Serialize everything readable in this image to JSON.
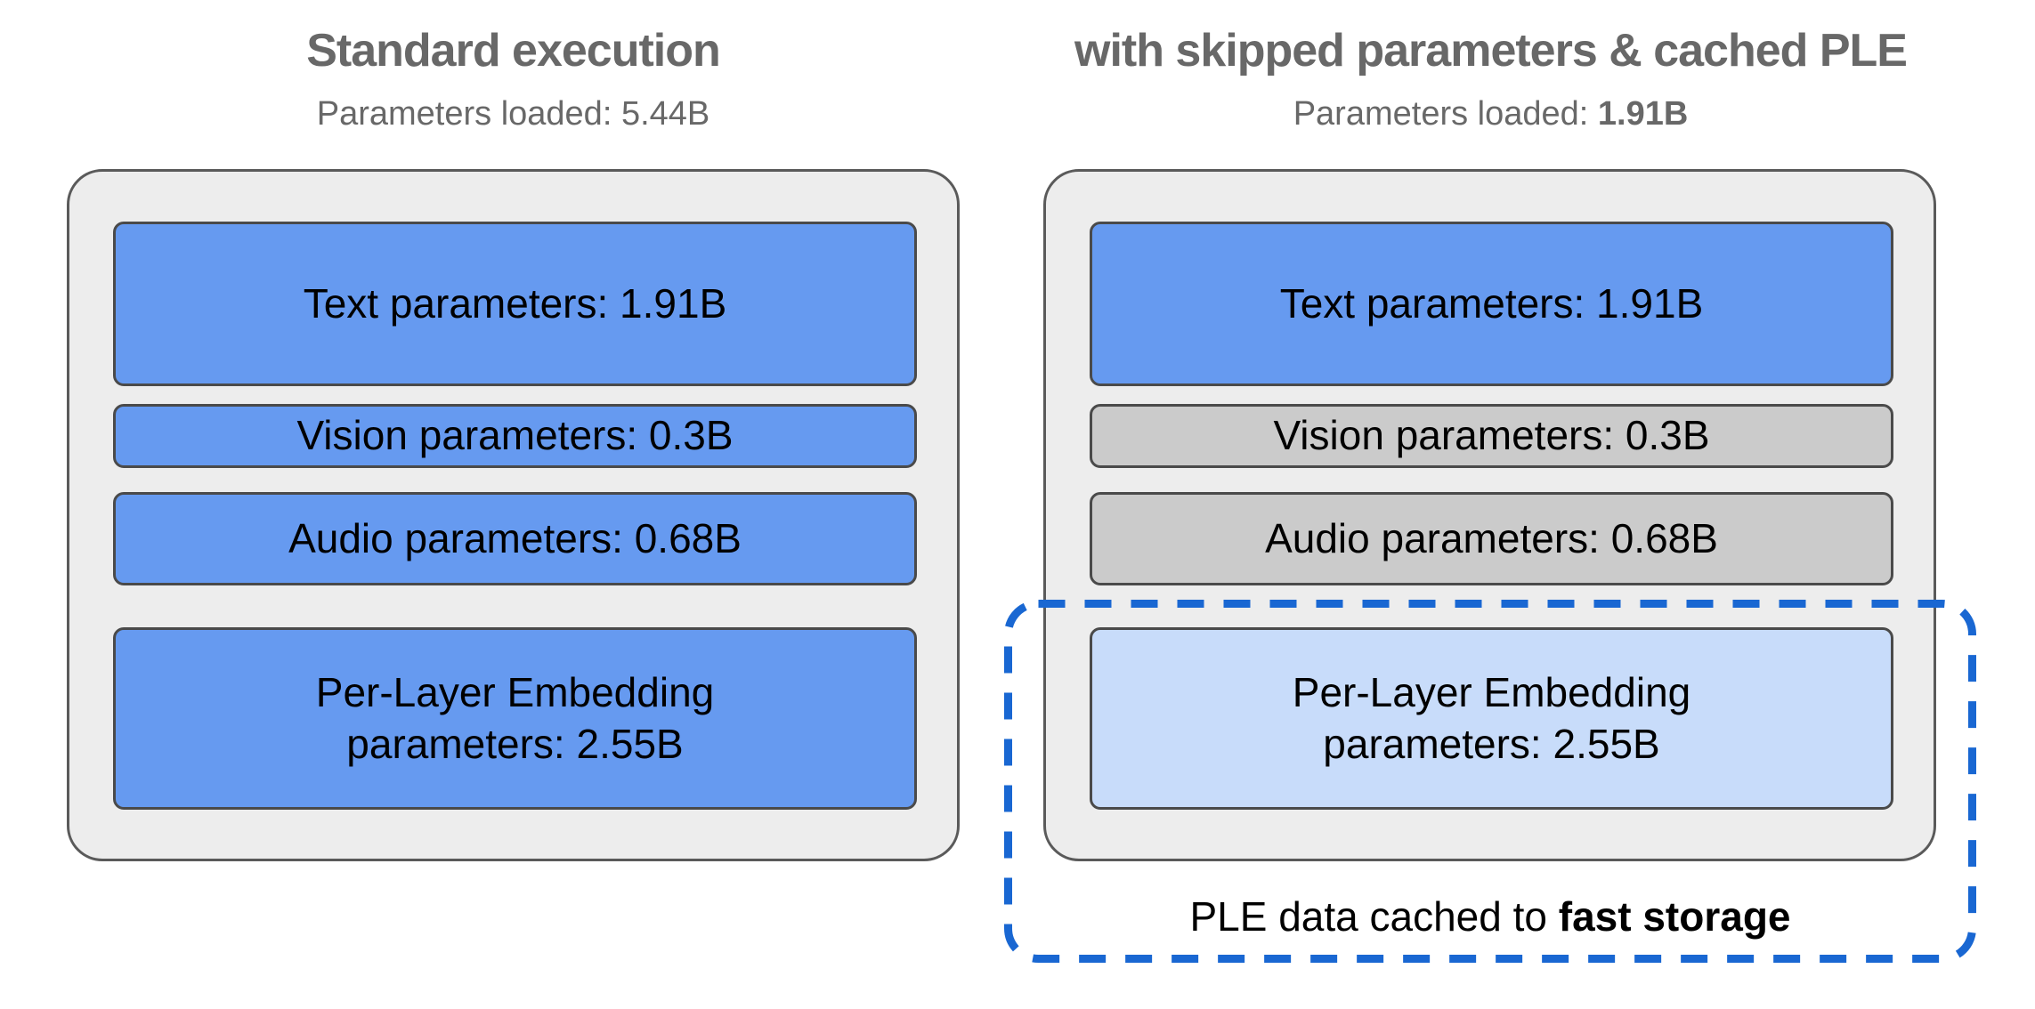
{
  "left": {
    "title": "Standard execution",
    "subtitle": {
      "label": "Parameters loaded: ",
      "value": "5.44B"
    },
    "boxes": {
      "text": "Text parameters: 1.91B",
      "vision": "Vision parameters: 0.3B",
      "audio": "Audio parameters: 0.68B",
      "ple_line1": "Per-Layer Embedding",
      "ple_line2": "parameters: 2.55B"
    }
  },
  "right": {
    "title": "with skipped parameters & cached PLE",
    "subtitle": {
      "label": "Parameters loaded: ",
      "value": "1.91B"
    },
    "boxes": {
      "text": "Text parameters: 1.91B",
      "vision": "Vision parameters: 0.3B",
      "audio": "Audio parameters: 0.68B",
      "ple_line1": "Per-Layer Embedding",
      "ple_line2": "parameters: 2.55B"
    },
    "caption": {
      "prefix": "PLE data cached to ",
      "bold": "fast storage"
    }
  },
  "colors": {
    "loaded_param_blue": "#669af0",
    "cached_ple_blue": "#c8dcfa",
    "skipped_gray": "#cbcbcb",
    "container_gray": "#ededed",
    "box_border_gray": "#4a4a4a",
    "dash_blue": "#1967d2",
    "heading_gray": "#686868"
  }
}
